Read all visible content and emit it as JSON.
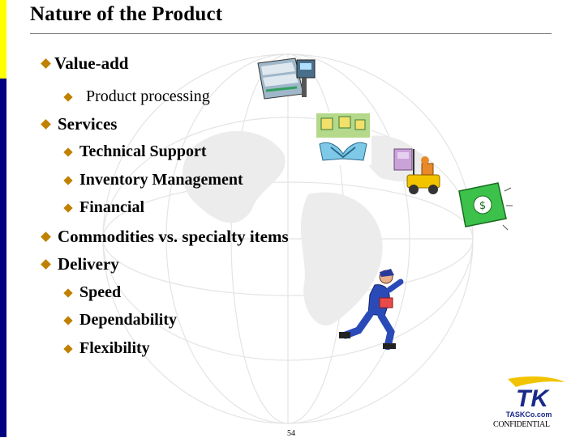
{
  "slide": {
    "title": "Nature of the Product",
    "page_number": "54",
    "confidential": "CONFIDENTIAL",
    "logo_text": "TASKCo.com"
  },
  "bullets": [
    {
      "text": "Value-add",
      "children": [
        {
          "text": "Product processing"
        }
      ]
    },
    {
      "text": "Services",
      "children": [
        {
          "text": "Technical Support"
        },
        {
          "text": "Inventory Management"
        },
        {
          "text": "Financial"
        }
      ]
    },
    {
      "text": "Commodities vs. specialty items",
      "children": []
    },
    {
      "text": "Delivery",
      "children": [
        {
          "text": "Speed"
        },
        {
          "text": "Dependability"
        },
        {
          "text": "Flexibility"
        }
      ]
    }
  ],
  "colors": {
    "accent_yellow": "#ffff00",
    "accent_navy": "#000080",
    "bullet": "#c08000"
  }
}
